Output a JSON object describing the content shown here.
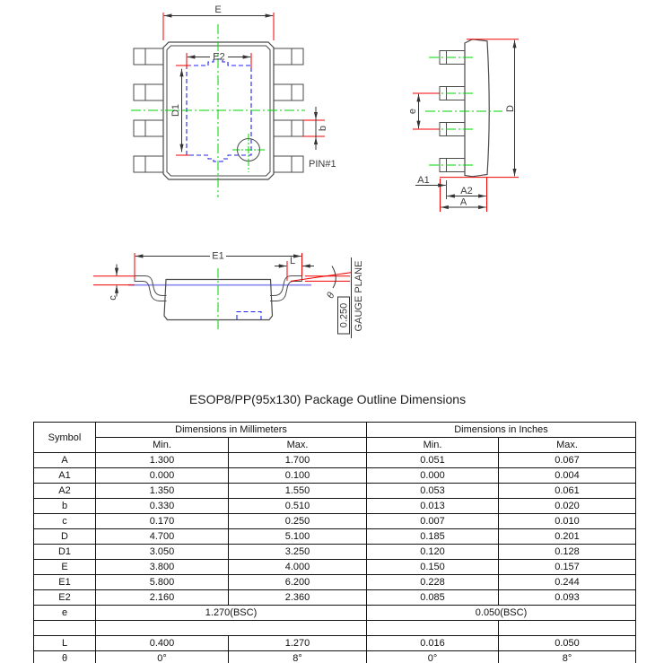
{
  "title": "ESOP8/PP(95x130) Package Outline Dimensions",
  "drawing": {
    "labels": {
      "E": "E",
      "E2": "E2",
      "D1": "D1",
      "b": "b",
      "pin1": "PIN#1",
      "e": "e",
      "D": "D",
      "A1": "A1",
      "A2": "A2",
      "A": "A",
      "E1": "E1",
      "L": "L",
      "c": "c",
      "theta": "θ",
      "gauge_value": "0.250",
      "gauge_plane": "GAUGE PLANE"
    },
    "colors": {
      "outline": "#4a4a4a",
      "dimension_line": "#333333",
      "extension_line": "#f00000",
      "centerline": "#00d400",
      "hidden_pad_line": "#2222f0",
      "gauge_plane_line": "#8888f0"
    }
  },
  "table": {
    "headers": {
      "symbol": "Symbol",
      "mm_group": "Dimensions in Millimeters",
      "inch_group": "Dimensions in Inches",
      "min": "Min.",
      "max": "Max."
    },
    "rows": [
      {
        "symbol": "A",
        "mm_min": "1.300",
        "mm_max": "1.700",
        "in_min": "0.051",
        "in_max": "0.067"
      },
      {
        "symbol": "A1",
        "mm_min": "0.000",
        "mm_max": "0.100",
        "in_min": "0.000",
        "in_max": "0.004"
      },
      {
        "symbol": "A2",
        "mm_min": "1.350",
        "mm_max": "1.550",
        "in_min": "0.053",
        "in_max": "0.061"
      },
      {
        "symbol": "b",
        "mm_min": "0.330",
        "mm_max": "0.510",
        "in_min": "0.013",
        "in_max": "0.020"
      },
      {
        "symbol": "c",
        "mm_min": "0.170",
        "mm_max": "0.250",
        "in_min": "0.007",
        "in_max": "0.010"
      },
      {
        "symbol": "D",
        "mm_min": "4.700",
        "mm_max": "5.100",
        "in_min": "0.185",
        "in_max": "0.201"
      },
      {
        "symbol": "D1",
        "mm_min": "3.050",
        "mm_max": "3.250",
        "in_min": "0.120",
        "in_max": "0.128"
      },
      {
        "symbol": "E",
        "mm_min": "3.800",
        "mm_max": "4.000",
        "in_min": "0.150",
        "in_max": "0.157"
      },
      {
        "symbol": "E1",
        "mm_min": "5.800",
        "mm_max": "6.200",
        "in_min": "0.228",
        "in_max": "0.244"
      },
      {
        "symbol": "E2",
        "mm_min": "2.160",
        "mm_max": "2.360",
        "in_min": "0.085",
        "in_max": "0.093"
      }
    ],
    "e_row": {
      "symbol": "e",
      "mm": "1.270(BSC)",
      "inch": "0.050(BSC)"
    },
    "blank_row": {
      "symbol": "",
      "mm": "",
      "in_min": "",
      "in_max": ""
    },
    "l_row": {
      "symbol": "L",
      "mm_min": "0.400",
      "mm_max": "1.270",
      "in_min": "0.016",
      "in_max": "0.050"
    },
    "theta_row": {
      "symbol": "θ",
      "mm_min": "0°",
      "mm_max": "8°",
      "in_min": "0°",
      "in_max": "8°"
    }
  }
}
